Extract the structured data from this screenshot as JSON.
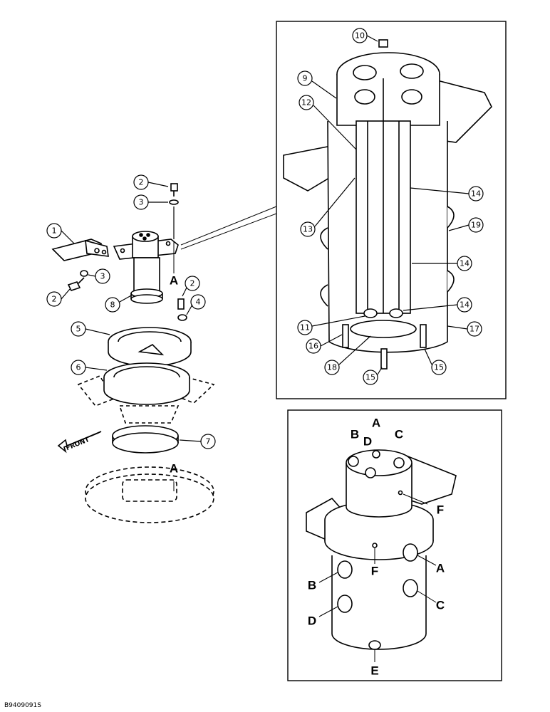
{
  "callouts": [
    "1",
    "2",
    "3",
    "4",
    "5",
    "6",
    "7",
    "8",
    "9",
    "10",
    "11",
    "12",
    "13",
    "14",
    "15",
    "16",
    "17",
    "18",
    "19"
  ],
  "ports": {
    "a": "A",
    "b": "B",
    "c": "C",
    "d": "D",
    "e": "E",
    "f": "F"
  },
  "front_label": "FRONT",
  "figure_number": "B9409091S"
}
